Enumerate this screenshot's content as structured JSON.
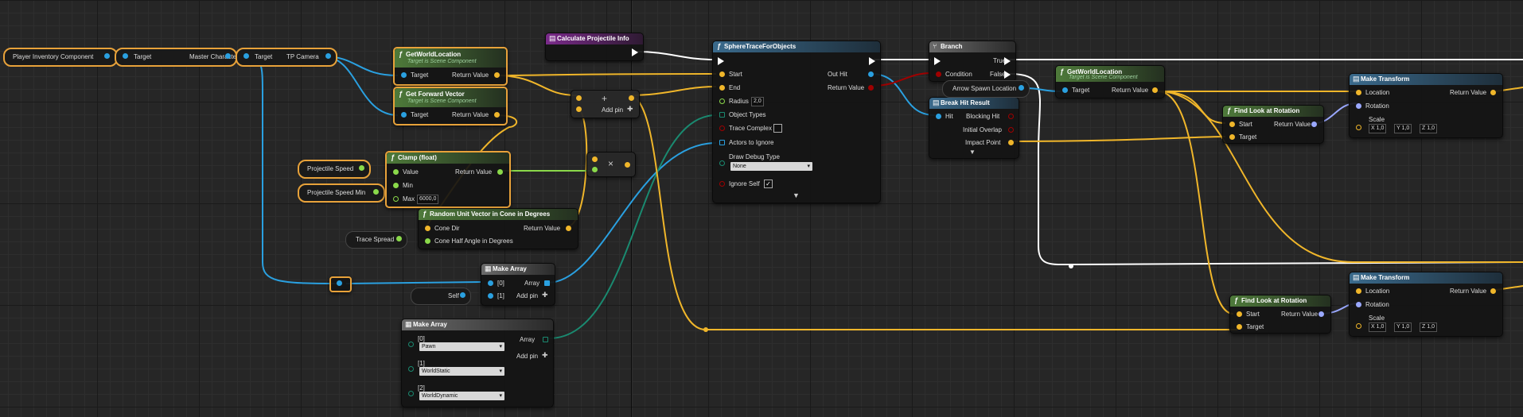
{
  "nodes": {
    "player_inventory": {
      "label": "Player Inventory Component"
    },
    "master_character": {
      "target": "Target",
      "label": "Master Character"
    },
    "tp_camera": {
      "target": "Target",
      "label": "TP Camera"
    },
    "gwl1": {
      "title": "GetWorldLocation",
      "subtitle": "Target is Scene Component",
      "target": "Target",
      "ret": "Return Value"
    },
    "gfv": {
      "title": "Get Forward Vector",
      "subtitle": "Target is Scene Component",
      "target": "Target",
      "ret": "Return Value"
    },
    "calc": {
      "title": "Calculate Projectile Info"
    },
    "add": {
      "add_pin": "Add pin"
    },
    "sphere": {
      "title": "SphereTraceForObjects",
      "start": "Start",
      "end": "End",
      "radius": "Radius",
      "radius_val": "2,0",
      "object_types": "Object Types",
      "trace_complex": "Trace Complex",
      "actors_to_ignore": "Actors to Ignore",
      "draw_debug": "Draw Debug Type",
      "draw_debug_val": "None",
      "ignore_self": "Ignore Self",
      "out_hit": "Out Hit",
      "ret": "Return Value"
    },
    "branch": {
      "title": "Branch",
      "condition": "Condition",
      "true": "True",
      "false": "False"
    },
    "break_hit": {
      "title": "Break Hit Result",
      "hit": "Hit",
      "blocking": "Blocking Hit",
      "initial_overlap": "Initial Overlap",
      "impact_point": "Impact Point"
    },
    "arrow_spawn": {
      "label": "Arrow Spawn Location"
    },
    "gwl2": {
      "title": "GetWorldLocation",
      "subtitle": "Target is Scene Component",
      "target": "Target",
      "ret": "Return Value"
    },
    "mt1": {
      "title": "Make Transform",
      "location": "Location",
      "rotation": "Rotation",
      "scale": "Scale",
      "ret": "Return Value",
      "x": "1,0",
      "y": "1,0",
      "z": "1,0"
    },
    "flar1": {
      "title": "Find Look at Rotation",
      "start": "Start",
      "target": "Target",
      "ret": "Return Value"
    },
    "projectile_speed": {
      "label": "Projectile Speed"
    },
    "projectile_speed_min": {
      "label": "Projectile Speed Min"
    },
    "clamp": {
      "title": "Clamp (float)",
      "value": "Value",
      "min": "Min",
      "max": "Max",
      "max_val": "6000,0",
      "ret": "Return Value"
    },
    "multiply": {
      "symbol": "×"
    },
    "random_cone": {
      "title": "Random Unit Vector in Cone in Degrees",
      "cone_dir": "Cone Dir",
      "half_angle": "Cone Half Angle in Degrees",
      "ret": "Return Value"
    },
    "trace_spread": {
      "label": "Trace Spread"
    },
    "make_array1": {
      "title": "Make Array",
      "p0": "[0]",
      "p1": "[1]",
      "array": "Array",
      "add_pin": "Add pin"
    },
    "self": {
      "label": "Self"
    },
    "make_array2": {
      "title": "Make Array",
      "array": "Array",
      "add_pin": "Add pin",
      "i0": "[0]",
      "v0": "Pawn",
      "i1": "[1]",
      "v1": "WorldStatic",
      "i2": "[2]",
      "v2": "WorldDynamic"
    },
    "flar2": {
      "title": "Find Look at Rotation",
      "start": "Start",
      "target": "Target",
      "ret": "Return Value"
    },
    "mt2": {
      "title": "Make Transform",
      "location": "Location",
      "rotation": "Rotation",
      "scale": "Scale",
      "ret": "Return Value",
      "x": "1,0",
      "y": "1,0",
      "z": "1,0"
    }
  },
  "colors": {
    "vector": "#f0b62a",
    "object": "#2aa0e0",
    "float": "#8ad94a",
    "bool": "#a00000",
    "exec": "#ffffff",
    "rotator": "#9aa8ff",
    "array_obj": "#1a8a70",
    "selection": "#e8a23a"
  }
}
